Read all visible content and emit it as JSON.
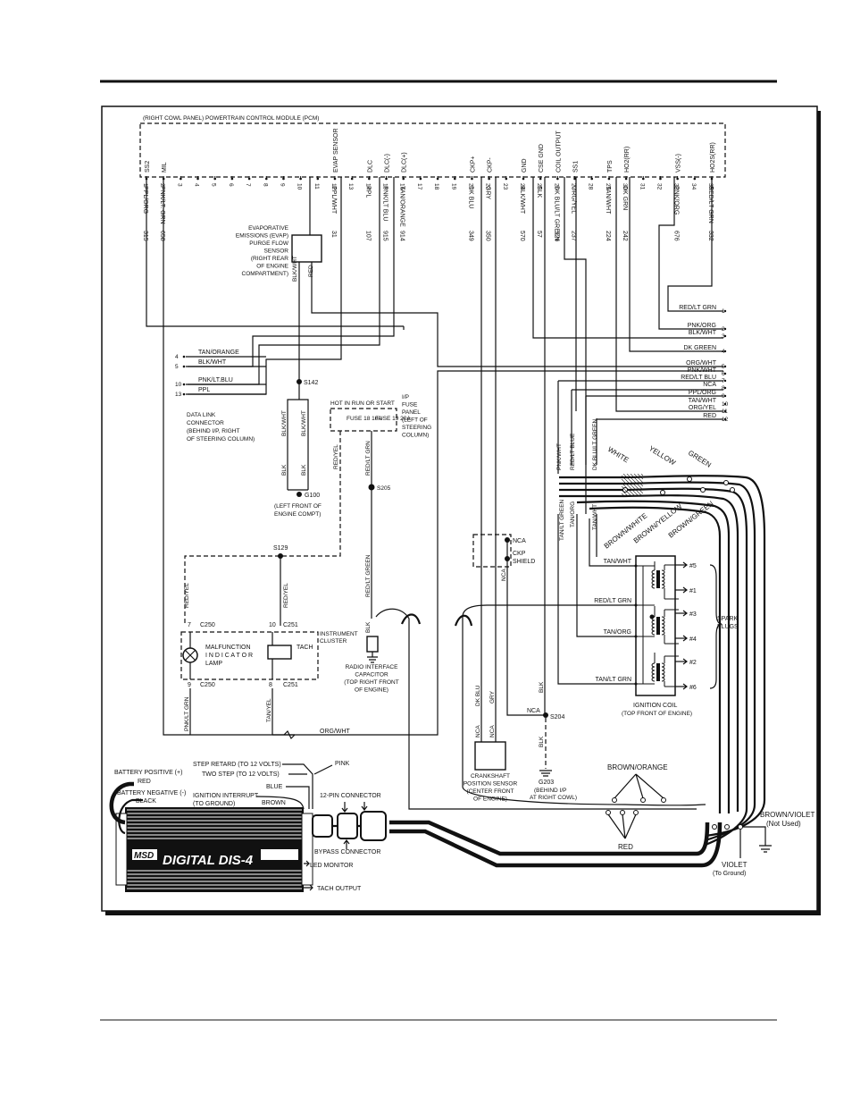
{
  "pcm": {
    "title": "(RIGHT COWL PANEL) POWERTRAIN CONTROL MODULE (PCM)",
    "pins": [
      {
        "label": "SS2",
        "num": "1",
        "wire": "PPL/ORG",
        "circ": "315"
      },
      {
        "label": "MIL",
        "num": "2",
        "wire": "PNK/LT. GRN",
        "circ": "658"
      },
      {
        "label": "",
        "num": "3",
        "wire": "",
        "circ": ""
      },
      {
        "label": "",
        "num": "4",
        "wire": "",
        "circ": ""
      },
      {
        "label": "",
        "num": "5",
        "wire": "",
        "circ": ""
      },
      {
        "label": "",
        "num": "6",
        "wire": "",
        "circ": ""
      },
      {
        "label": "",
        "num": "7",
        "wire": "",
        "circ": ""
      },
      {
        "label": "",
        "num": "8",
        "wire": "",
        "circ": ""
      },
      {
        "label": "",
        "num": "9",
        "wire": "",
        "circ": ""
      },
      {
        "label": "",
        "num": "10",
        "wire": "",
        "circ": ""
      },
      {
        "label": "",
        "num": "11",
        "wire": "",
        "circ": ""
      },
      {
        "label": "EVAP SENSOR",
        "num": "12",
        "wire": "PPL/WHT",
        "circ": "31"
      },
      {
        "label": "",
        "num": "13",
        "wire": "",
        "circ": ""
      },
      {
        "label": "DLC",
        "num": "14",
        "wire": "PPL",
        "circ": "107"
      },
      {
        "label": "DLC(-)",
        "num": "15",
        "wire": "PNK/LT BLU",
        "circ": "915"
      },
      {
        "label": "DLC(+)",
        "num": "16",
        "wire": "TAN/ORANGE",
        "circ": "914"
      },
      {
        "label": "",
        "num": "17",
        "wire": "",
        "circ": ""
      },
      {
        "label": "",
        "num": "18",
        "wire": "",
        "circ": ""
      },
      {
        "label": "",
        "num": "19",
        "wire": "",
        "circ": ""
      },
      {
        "label": "CKP+",
        "num": "21",
        "wire": "DK BLU",
        "circ": "349"
      },
      {
        "label": "CKP-",
        "num": "22",
        "wire": "GRY",
        "circ": "350"
      },
      {
        "label": "",
        "num": "23",
        "wire": "",
        "circ": ""
      },
      {
        "label": "GND",
        "num": "24",
        "wire": "BLK/WHT",
        "circ": "570"
      },
      {
        "label": "CSE GND",
        "num": "25",
        "wire": "BLK",
        "circ": "57"
      },
      {
        "label": "COIL OUTPUT",
        "num": "26",
        "wire": "DK BLU/LT GREEN",
        "circ": "S26"
      },
      {
        "label": "SS1",
        "num": "27",
        "wire": "ORG/YEL",
        "circ": "237"
      },
      {
        "label": "",
        "num": "28",
        "wire": "",
        "circ": ""
      },
      {
        "label": "TPS",
        "num": "29",
        "wire": "TAN/WHT",
        "circ": "224"
      },
      {
        "label": "HO2(RR)",
        "num": "30",
        "wire": "DK GRN",
        "circ": "242"
      },
      {
        "label": "",
        "num": "31",
        "wire": "",
        "circ": ""
      },
      {
        "label": "",
        "num": "32",
        "wire": "",
        "circ": ""
      },
      {
        "label": "VSS(-)",
        "num": "33",
        "wire": "PNK/ORG",
        "circ": "676"
      },
      {
        "label": "",
        "num": "34",
        "wire": "",
        "circ": ""
      },
      {
        "label": "HO2S(RR)",
        "num": "35",
        "wire": "RED/LT GRN",
        "circ": "332"
      }
    ]
  },
  "evap": {
    "label": [
      "EVAPORATIVE",
      "EMISSIONS (EVAP)",
      "PURGE FLOW",
      "SENSOR",
      "(RIGHT REAR",
      "OF ENGINE",
      "COMPARTMENT)"
    ],
    "wire_left": "BLK/WHT",
    "wire_right": "RED"
  },
  "dlc": {
    "wires": [
      {
        "pin": "4",
        "label": "TAN/ORANGE"
      },
      {
        "pin": "5",
        "label": "BLK/WHT"
      },
      {
        "pin": "10",
        "label": "PNK/LT.BLU"
      },
      {
        "pin": "13",
        "label": "PPL"
      }
    ],
    "label": [
      "DATA LINK",
      "CONNECTOR",
      "(BEHIND I/P, RIGHT",
      "OF STEERING COLUMN)"
    ]
  },
  "splices": {
    "s142": "S142",
    "s129": "S129",
    "s204": "S204",
    "s205": "S205",
    "g100": "G100",
    "g100_note": [
      "(LEFT FRONT OF",
      "ENGINE COMPT)"
    ],
    "g203": "G203",
    "g203_note": [
      "(BEHIND I/P",
      "AT RIGHT COWL)"
    ]
  },
  "fuse_panel": {
    "hot": "HOT IN RUN OR START",
    "label": [
      "I/P",
      "FUSE",
      "PANEL",
      "(LEFT OF",
      "STEERING",
      "COLUMN)"
    ],
    "fuse_a": "FUSE 18 10A",
    "fuse_b": "FUSE 19 20A"
  },
  "wire_labels": {
    "blk_wht_a": "BLK/WHT",
    "blk_wht_b": "BLK/WHT",
    "blk_a": "BLK",
    "blk_b": "BLK",
    "red_yel_a": "RED/YEL",
    "red_yel_b": "RED/YEL",
    "red_yel_c": "RED/YEL",
    "red_lt_grn_a": "RED/LT GRN",
    "red_lt_green_b": "RED/LT GREEN",
    "pnk_lt_grn": "PNK/LT GRN",
    "tan_yel": "TAN/YEL",
    "org_wht": "ORG/WHT",
    "dk_blu": "DK BLU",
    "gry": "GRY",
    "nca_a": "NCA",
    "nca_b": "NCA",
    "nca_c": "NCA",
    "blk_c": "BLK",
    "blk_d": "BLK",
    "blk_e": "BLK"
  },
  "cluster": {
    "c250": "C250",
    "c251": "C251",
    "pin7": "7",
    "pin10": "10",
    "pin9": "9",
    "pin8": "8",
    "mil": [
      "MALFUNCTION",
      "I N D I C A T O R",
      "LAMP"
    ],
    "tach": "TACH",
    "label": [
      "INSTRUMENT",
      "CLUSTER"
    ]
  },
  "capacitor": {
    "label": [
      "RADIO INTERFACE",
      "CAPACITOR",
      "(TOP RIGHT FRONT",
      "OF ENGINE)"
    ]
  },
  "ckp": {
    "label": [
      "CRANKSHAFT",
      "POSITION SENSOR",
      "(CENTER FRONT",
      "OF ENGINE)"
    ],
    "nca": "NCA",
    "shield": "CKP",
    "shield2": "SHIELD"
  },
  "right_connector": {
    "rows": [
      {
        "pin": "1",
        "label": "RED/LT GRN"
      },
      {
        "pin": "2",
        "label": "PNK/ORG"
      },
      {
        "pin": "3",
        "label": "BLK/WHT"
      },
      {
        "pin": "4",
        "label": "DK GREEN"
      },
      {
        "pin": "5",
        "label": "ORG/WHT"
      },
      {
        "pin": "6",
        "label": "PNK/WHT"
      },
      {
        "pin": "7",
        "label": "RED/LT BLU"
      },
      {
        "pin": "8",
        "label": "NCA"
      },
      {
        "pin": "9",
        "label": "PPL/ORG"
      },
      {
        "pin": "10",
        "label": "TAN/WHT"
      },
      {
        "pin": "11",
        "label": "ORG/YEL"
      },
      {
        "pin": "12",
        "label": "RED"
      }
    ]
  },
  "coil": {
    "label": [
      "IGNITION COIL",
      "(TOP FRONT OF ENGINE)"
    ],
    "inputs": [
      "TAN/WHT",
      "RED/LT GRN",
      "TAN/ORG",
      "TAN/LT GRN"
    ],
    "plugs": [
      "#5",
      "#1",
      "#3",
      "#4",
      "#2",
      "#6"
    ],
    "plugs_label": [
      "SPARK",
      "PLUGS"
    ],
    "vert": [
      "PNK/WHT",
      "RED/LT BLUE",
      "DK BLU/LT GREEN",
      "TAN/LT GREEN",
      "TAN/ORG",
      "TAN/WHT"
    ]
  },
  "dis_colors": {
    "white": "WHITE",
    "yellow": "YELLOW",
    "green": "GREEN",
    "brown_white": "BROWN/WHITE",
    "brown_yellow": "BROWN/YELLOW",
    "brown_green": "BROWN/GREEN",
    "brown_orange": "BROWN/ORANGE",
    "red": "RED",
    "brown_violet": "BROWN/VIOLET",
    "not_used": "(Not Used)",
    "violet": "VIOLET",
    "to_ground": "(To Ground)"
  },
  "msd": {
    "brand": "MSD",
    "model": "DIGITAL DIS-4",
    "leads": [
      {
        "label": "STEP RETARD (TO 12 VOLTS)"
      },
      {
        "label": "TWO STEP (TO 12 VOLTS)"
      },
      {
        "label": "BLUE"
      },
      {
        "label": "IGNITION INTERRUPT"
      },
      {
        "label": "(TO GROUND)"
      },
      {
        "label": "BROWN"
      }
    ],
    "pink": "PINK",
    "bat_pos": "BATTERY POSITIVE (+)",
    "bat_pos_color": "RED",
    "bat_neg": "BATTERY NEGATIVE (-)",
    "bat_neg_color": "BLACK",
    "conn12": "12-PIN CONNECTOR",
    "bypass": "BYPASS CONNECTOR",
    "led": "LED MONITOR",
    "tach": "TACH OUTPUT"
  }
}
